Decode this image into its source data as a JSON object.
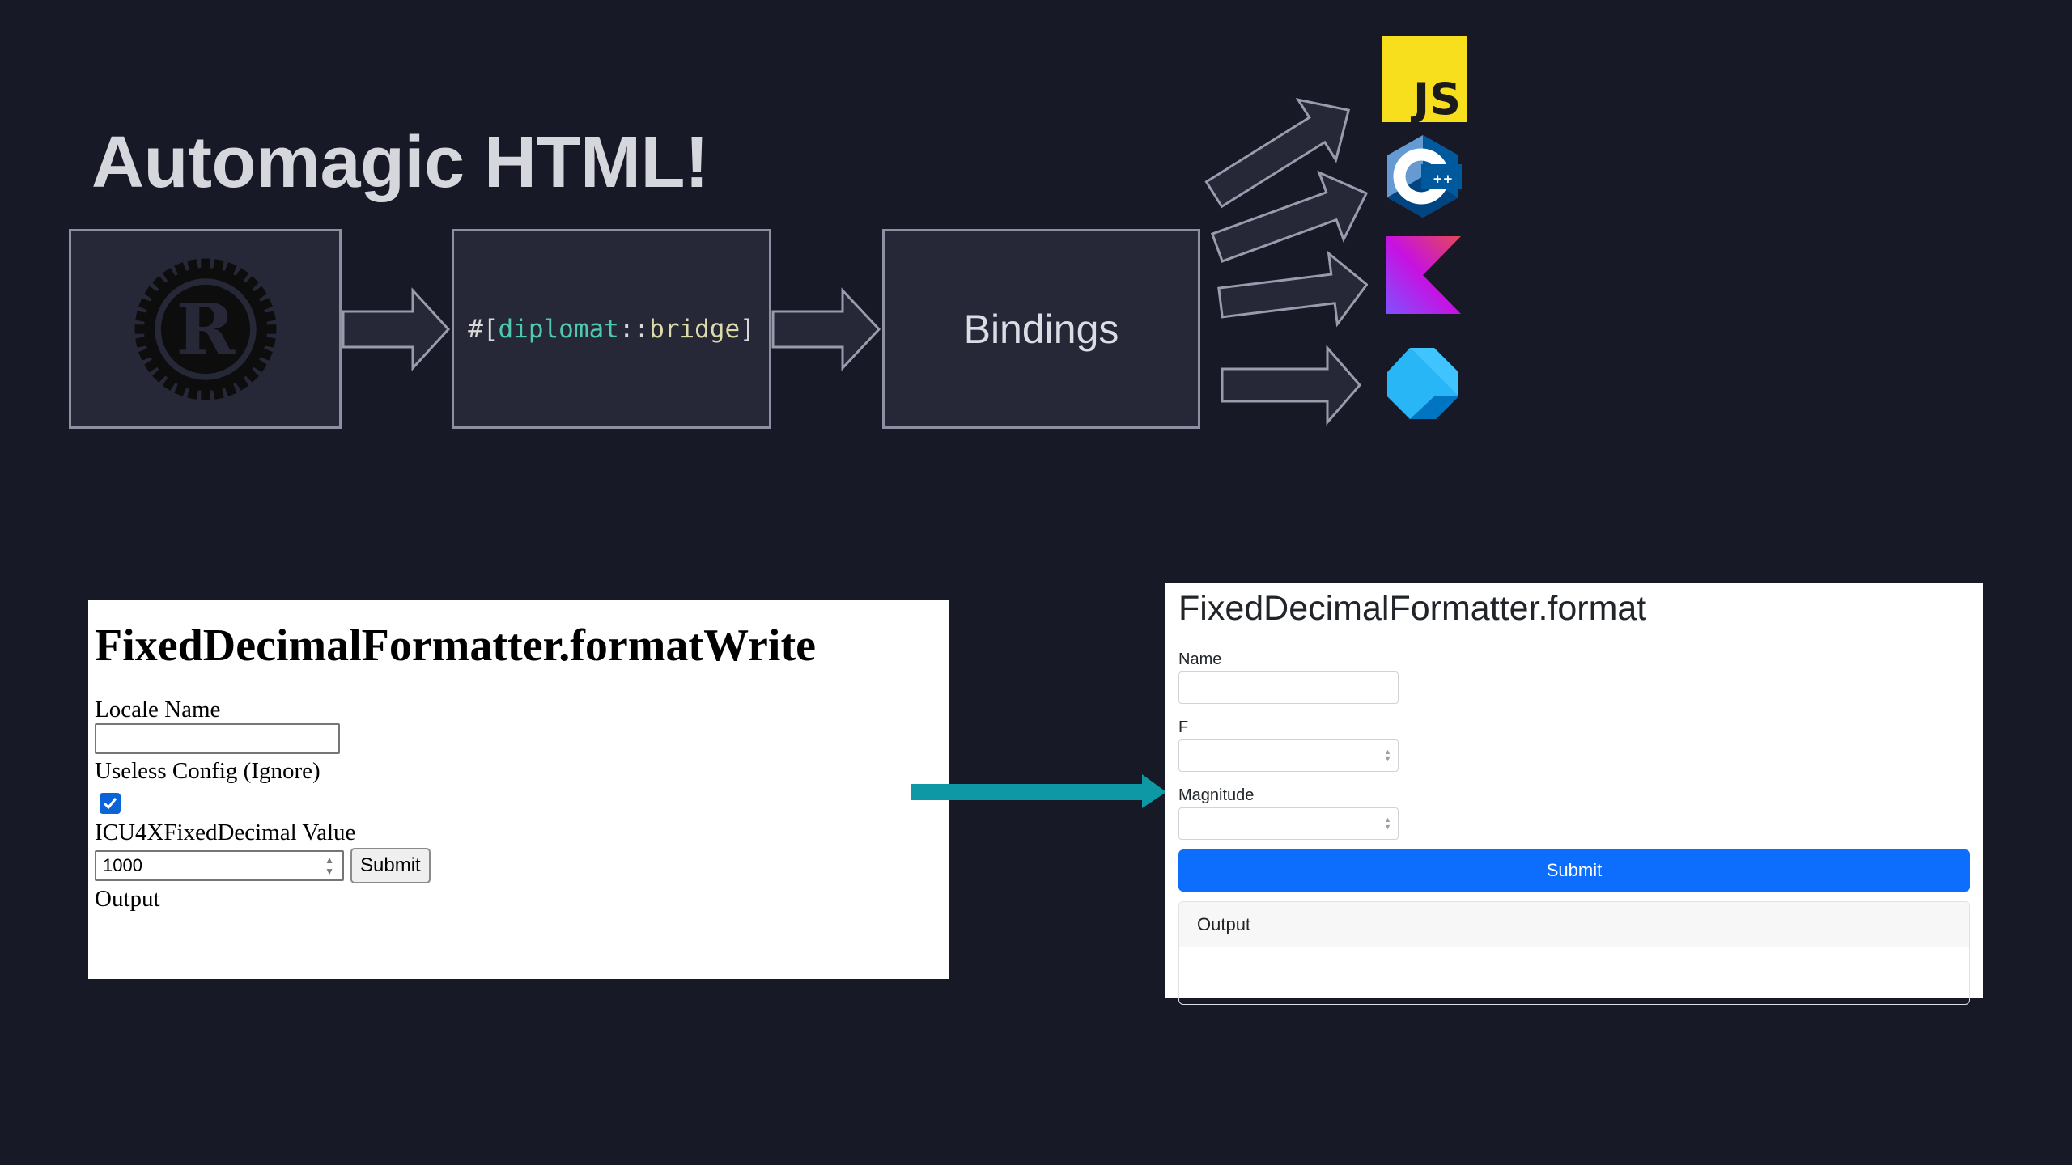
{
  "slide": {
    "title": "Automagic HTML!"
  },
  "pipeline": {
    "attribute": {
      "prefix": "#[",
      "namespace": "diplomat",
      "separator": "::",
      "name": "bridge",
      "suffix": "]"
    },
    "bindings_label": "Bindings",
    "targets": [
      "JS",
      "C++",
      "Kotlin",
      "Dart"
    ]
  },
  "old_demo": {
    "title": "FixedDecimalFormatter.formatWrite",
    "locale_label": "Locale Name",
    "locale_value": "",
    "config_label": "Useless Config (Ignore)",
    "config_checked": true,
    "value_label": "ICU4XFixedDecimal Value",
    "value": "1000",
    "submit_label": "Submit",
    "output_label": "Output"
  },
  "new_demo": {
    "title": "FixedDecimalFormatter.format",
    "name_label": "Name",
    "f_label": "F",
    "magnitude_label": "Magnitude",
    "submit_label": "Submit",
    "output_label": "Output"
  },
  "colors": {
    "background": "#171927",
    "box_fill": "#262838",
    "accent_teal": "#0e98a6",
    "submit_blue": "#0d6efd",
    "js_yellow": "#f7df1e"
  }
}
